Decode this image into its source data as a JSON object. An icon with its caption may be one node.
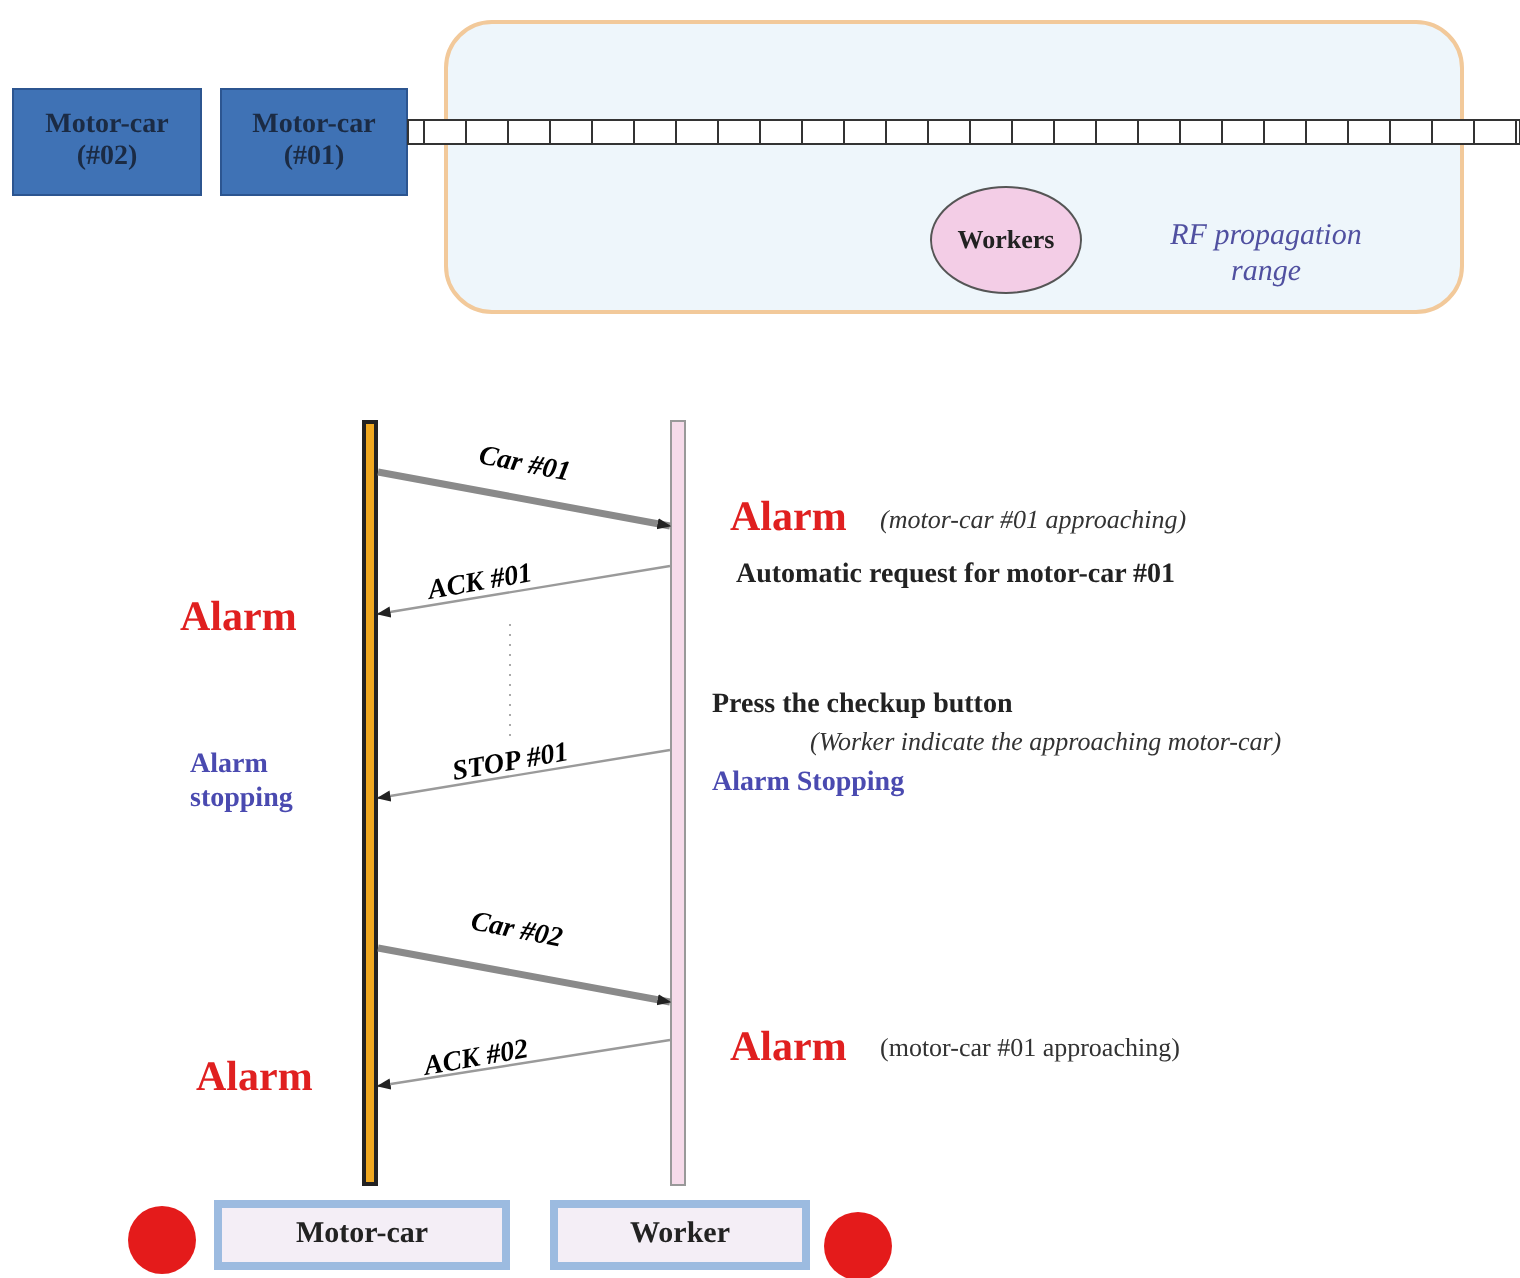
{
  "diagram": {
    "nodes": [
      {
        "text": [
          "Motor-car (#02)"
        ]
      },
      {
        "text": [
          "Motor-car (#01)"
        ]
      },
      {
        "text": [
          "RF propagation range"
        ]
      },
      {
        "text": [
          "Workers"
        ],
        "in": 2
      },
      {
        "text": [],
        "shape": "bar"
      },
      {
        "text": [],
        "shape": "bar"
      },
      {
        "text": [
          "Motor-car"
        ]
      },
      {
        "text": [
          "Worker"
        ]
      }
    ],
    "edges": [
      {
        "from": 4,
        "to": 5,
        "arrow": "to",
        "label": "Car #01",
        "style": "thick"
      },
      {
        "from": 5,
        "to": 4,
        "arrow": "to",
        "label": "ACK #01"
      },
      {
        "from": 5,
        "to": 4,
        "arrow": "to",
        "label": "STOP #01"
      },
      {
        "from": 4,
        "to": 5,
        "arrow": "to",
        "label": "Car #02",
        "style": "thick"
      },
      {
        "from": 5,
        "to": 4,
        "arrow": "to",
        "label": "ACK #02"
      }
    ],
    "labels": [
      "Alarm",
      "(motor-car #01 approaching)",
      "Automatic request for motor-car #01",
      "Alarm",
      "Press the checkup button",
      "(Worker indicate the approaching motor-car)",
      "Alarm stopping",
      "Alarm Stopping",
      "Alarm",
      "(motor-car #01 approaching)",
      "Alarm"
    ]
  }
}
